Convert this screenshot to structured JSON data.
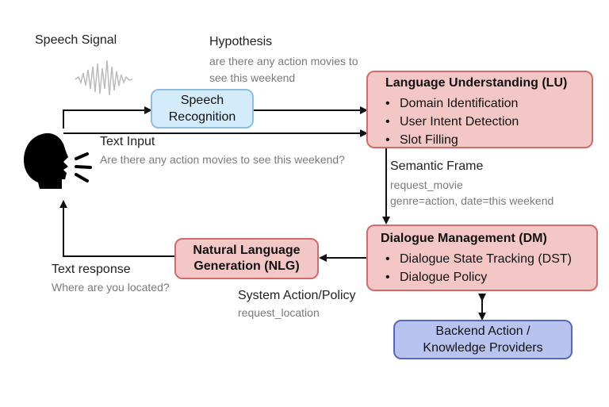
{
  "speech_signal": {
    "label": "Speech Signal"
  },
  "hypothesis": {
    "label": "Hypothesis",
    "text_line1": "are there any action movies to",
    "text_line2": "see this weekend"
  },
  "speech_recognition": {
    "line1": "Speech",
    "line2": "Recognition"
  },
  "text_input": {
    "label": "Text Input",
    "text": "Are there any action movies to see this weekend?"
  },
  "lu": {
    "title": "Language Understanding (LU)",
    "items": [
      "Domain Identification",
      "User Intent Detection",
      "Slot Filling"
    ]
  },
  "semantic_frame": {
    "label": "Semantic Frame",
    "line1": "request_movie",
    "line2": "genre=action, date=this weekend"
  },
  "dm": {
    "title": "Dialogue Management (DM)",
    "items": [
      "Dialogue State Tracking (DST)",
      "Dialogue Policy"
    ]
  },
  "nlg": {
    "line1": "Natural Language",
    "line2": "Generation (NLG)"
  },
  "system_action": {
    "label": "System Action/Policy",
    "text": "request_location"
  },
  "text_response": {
    "label": "Text response",
    "text": "Where are you located?"
  },
  "backend": {
    "line1": "Backend Action /",
    "line2": "Knowledge Providers"
  },
  "icons": {
    "person": "speaking-person-icon",
    "waveform": "speech-waveform-icon"
  },
  "colors": {
    "module_fill": "#f4c7c7",
    "module_border": "#d46a6a",
    "asr_fill": "#d4ebfb",
    "backend_fill": "#b9c3f0",
    "backend_border": "#5867c4"
  }
}
